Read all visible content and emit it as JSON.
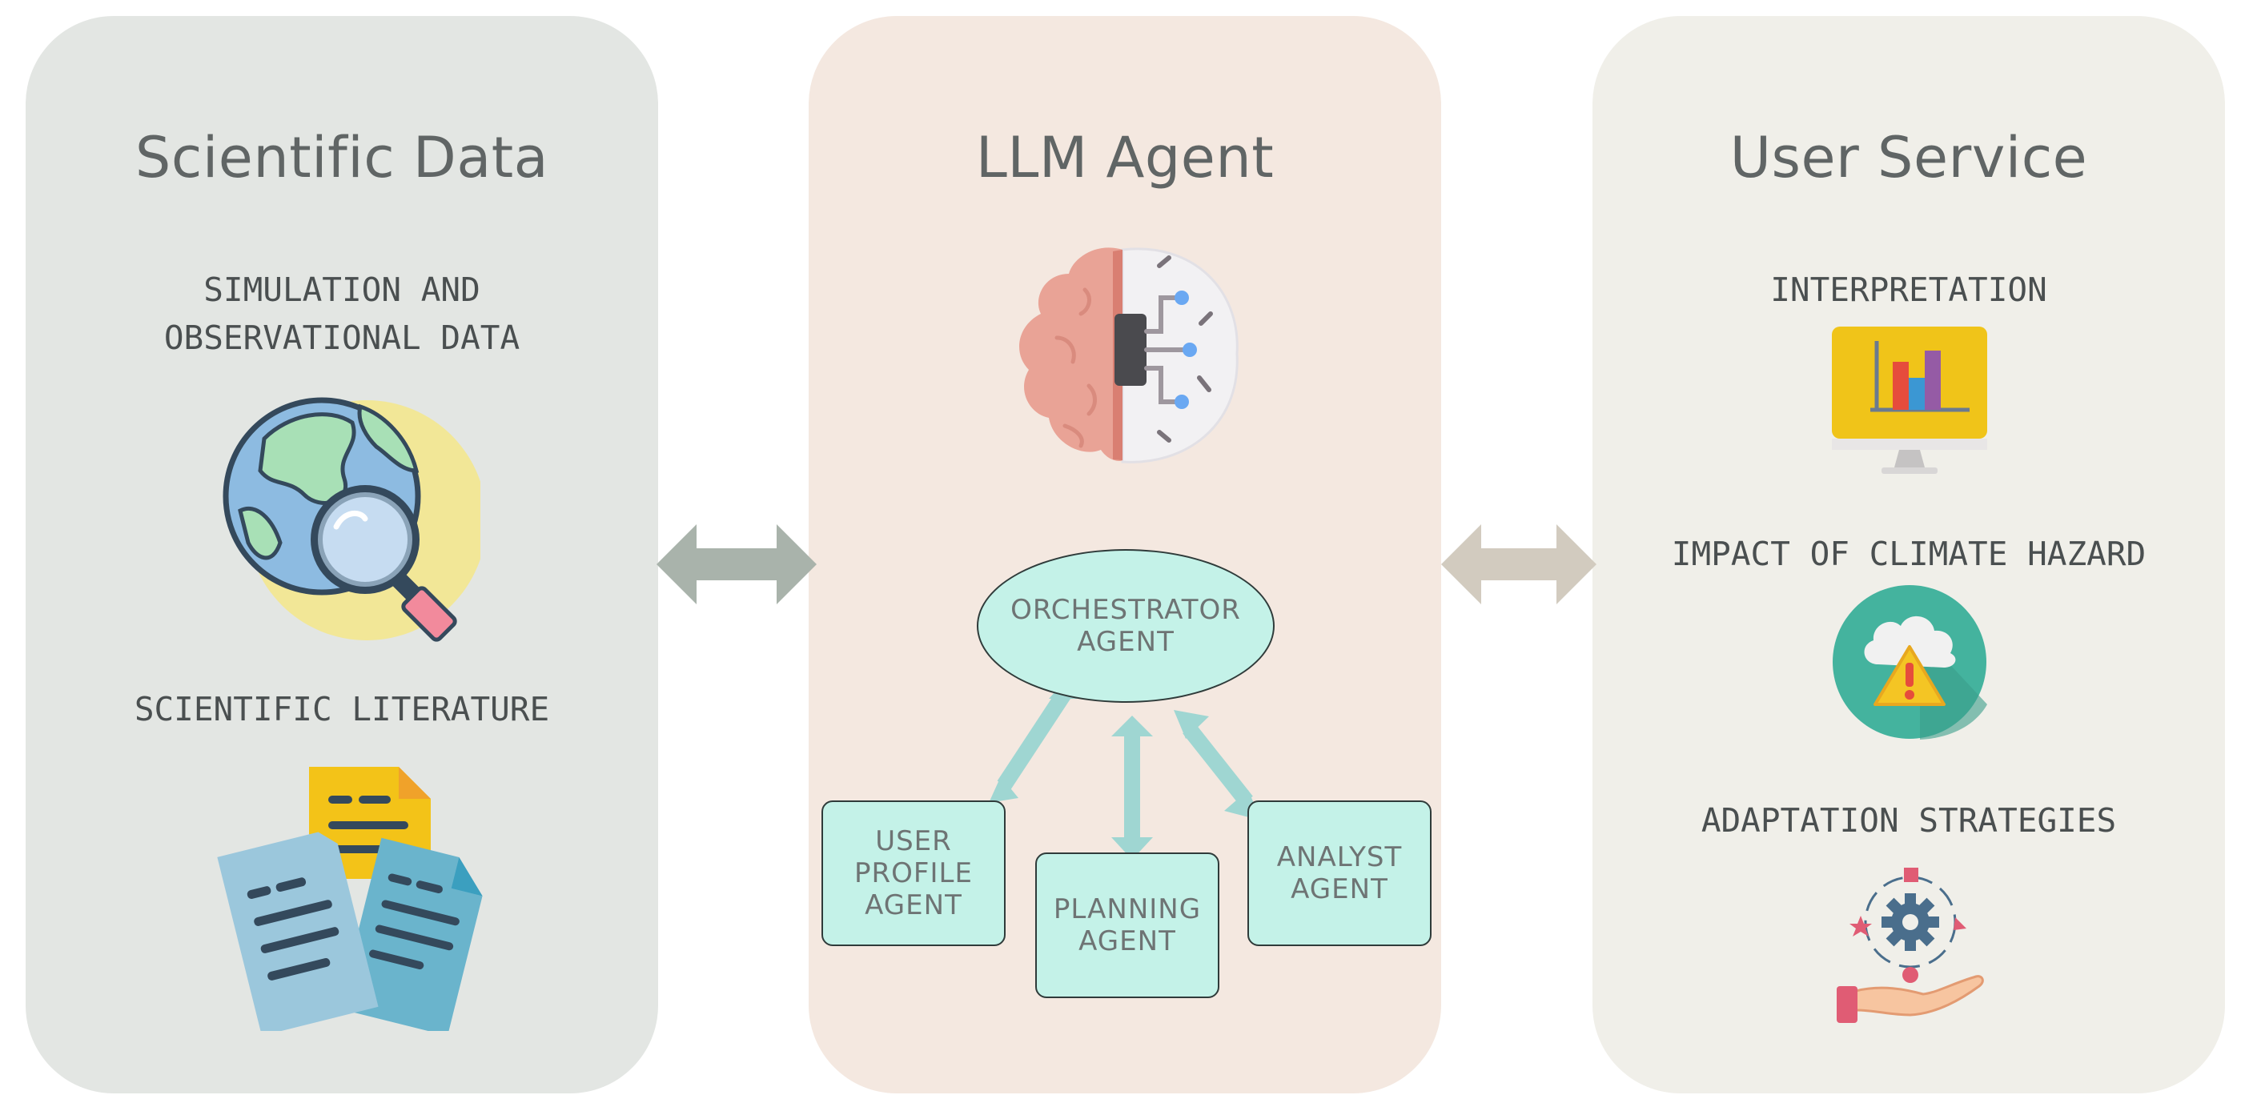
{
  "panels": {
    "scientific_data": {
      "title": "Scientific Data",
      "items": [
        {
          "label": "SIMULATION AND\nOBSERVATIONAL DATA",
          "icon": "globe-magnifier-icon"
        },
        {
          "label": "SCIENTIFIC LITERATURE",
          "icon": "documents-icon"
        }
      ]
    },
    "llm_agent": {
      "title": "LLM Agent",
      "icon": "ai-brain-icon",
      "orchestrator": "ORCHESTRATOR\nAGENT",
      "agents": [
        "USER\nPROFILE\nAGENT",
        "PLANNING\nAGENT",
        "ANALYST\nAGENT"
      ]
    },
    "user_service": {
      "title": "User Service",
      "items": [
        {
          "label": "INTERPRETATION",
          "icon": "monitor-chart-icon"
        },
        {
          "label": "IMPACT OF CLIMATE HAZARD",
          "icon": "cloud-warning-icon"
        },
        {
          "label": "ADAPTATION STRATEGIES",
          "icon": "gear-hand-icon"
        }
      ]
    }
  },
  "colors": {
    "panel_left": "#e3e6e3",
    "panel_middle": "#f4e8e0",
    "panel_right": "#f0efe9",
    "agent_box": "#c4f2e8",
    "arrow_left": "#a9b3ab",
    "arrow_right": "#d2cbbf",
    "arrow_inner": "#9fd6d2"
  }
}
